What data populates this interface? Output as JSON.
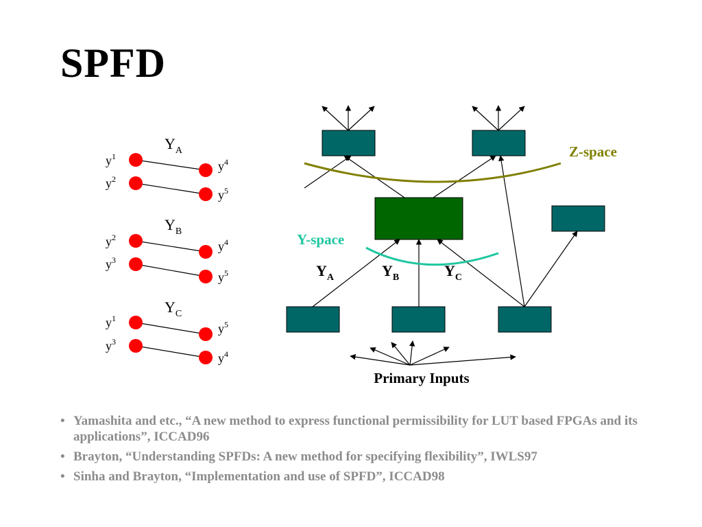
{
  "title": "SPFD",
  "colors": {
    "node_teal": "#006666",
    "node_green": "#006600",
    "z_space": "#7f7f00",
    "y_space": "#1fc6a0",
    "dot_red": "#ff0000",
    "reference_gray": "#8c8c8c"
  },
  "groups": [
    {
      "label": "Y",
      "sub": "A",
      "left": [
        "y",
        "1",
        "y",
        "2"
      ],
      "right": [
        "y",
        "4",
        "y",
        "5"
      ]
    },
    {
      "label": "Y",
      "sub": "B",
      "left": [
        "y",
        "2",
        "y",
        "3"
      ],
      "right": [
        "y",
        "4",
        "y",
        "5"
      ]
    },
    {
      "label": "Y",
      "sub": "C",
      "left": [
        "y",
        "1",
        "y",
        "3"
      ],
      "right": [
        "y",
        "5",
        "y",
        "4"
      ]
    }
  ],
  "network": {
    "z_space_label": "Z-space",
    "y_space_label": "Y-space",
    "edge_labels": [
      {
        "main": "Y",
        "sub": "A"
      },
      {
        "main": "Y",
        "sub": "B"
      },
      {
        "main": "Y",
        "sub": "C"
      }
    ],
    "primary_inputs_label": "Primary Inputs"
  },
  "references": [
    "Yamashita and etc., “A new method to express functional permissibility for LUT based FPGAs and its applications”, ICCAD96",
    "Brayton, “Understanding SPFDs: A new method for specifying flexibility”, IWLS97",
    "Sinha and Brayton, “Implementation and use of SPFD”, ICCAD98"
  ],
  "bullet_glyph": "•"
}
